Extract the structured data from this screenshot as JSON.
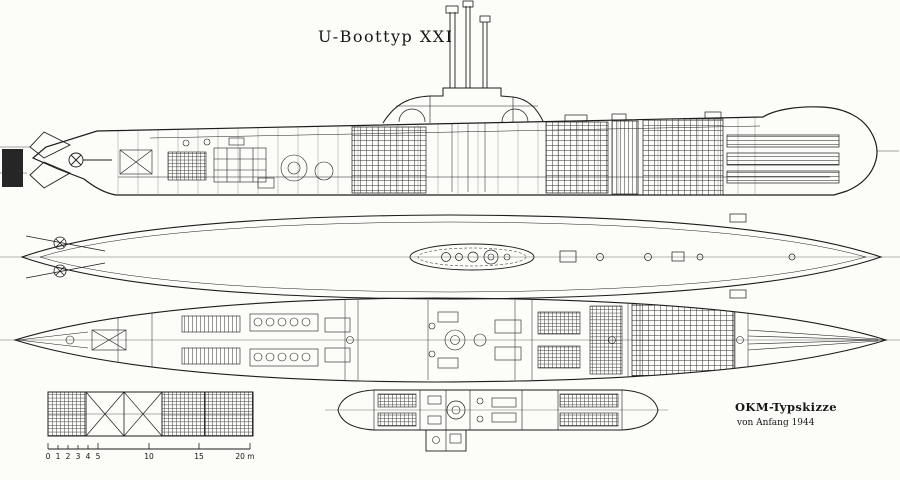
{
  "title": "U-Boottyp XXI",
  "caption": {
    "line1": "OKM-Typskizze",
    "line2": "von Anfang 1944"
  },
  "scale_bar": {
    "labels": [
      "0",
      "1",
      "2",
      "3",
      "4",
      "5",
      "10",
      "15",
      "20 m"
    ]
  },
  "colors": {
    "ink": "#1c1c1c",
    "paper": "#fcfcf9"
  }
}
